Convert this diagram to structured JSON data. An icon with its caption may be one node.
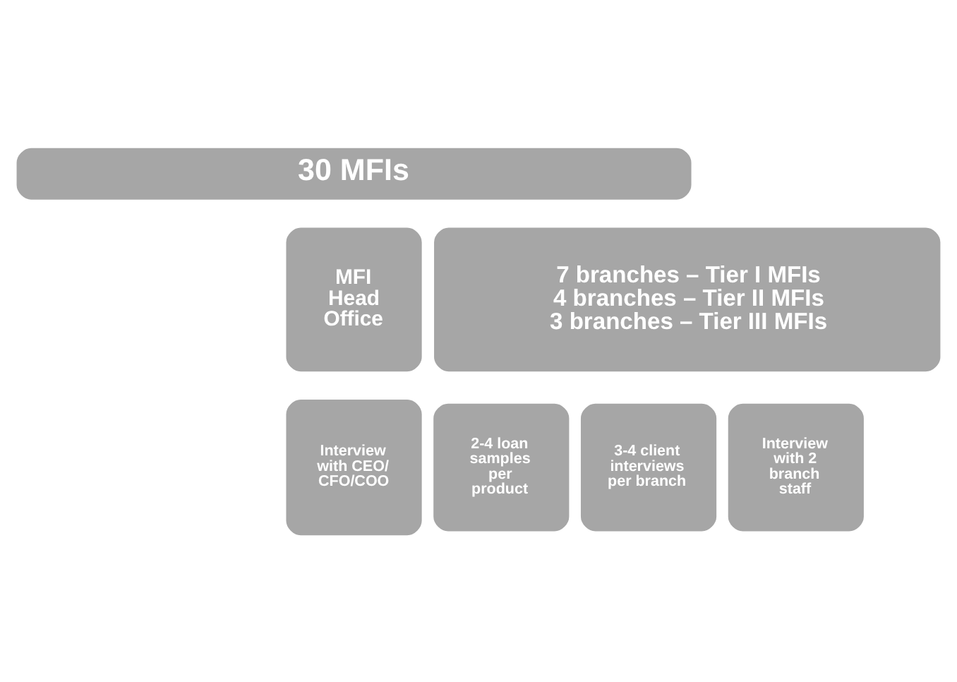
{
  "diagram": {
    "nodes": [
      {
        "text": [
          "30 MFIs"
        ]
      },
      {
        "text": [
          "MFI Head Office"
        ]
      },
      {
        "text": [
          "7 branches – Tier I MFIs",
          "4 branches – Tier II MFIs",
          "3 branches – Tier III MFIs"
        ]
      },
      {
        "text": [
          "Interview with CEO/ CFO/COO"
        ]
      },
      {
        "text": [
          "2-4 loan samples per product"
        ]
      },
      {
        "text": [
          "3-4 client interviews per branch"
        ]
      },
      {
        "text": [
          "Interview with 2 branch staff"
        ]
      }
    ]
  }
}
